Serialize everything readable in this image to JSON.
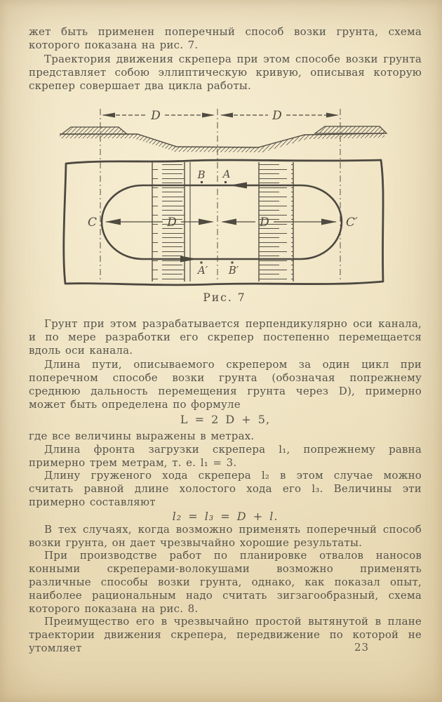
{
  "page": {
    "number": "23"
  },
  "colors": {
    "paper": "#ebdebb",
    "ink": "#4f4b41",
    "text": "#56544b"
  },
  "content": {
    "p1": "жет быть применен поперечный способ возки грунта, схема которого показана на рис. 7.",
    "p2": "Траектория движения скрепера при этом способе возки грунта представляет собою эллиптическую кривую, описывая которую скрепер совершает два цикла работы.",
    "p3": "Грунт при этом разрабатывается перпендикулярно оси канала, и по мере разработки его скрепер постепенно перемещается вдоль оси канала.",
    "p4": "Длина пути, описываемого скрепером за один цикл при поперечном способе возки грунта (обозначая попрежнему среднюю дальность перемещения грунта через D), примерно может быть определена по формуле",
    "formula1": "L = 2 D + 5,",
    "p5": "где все величины выражены в метрах.",
    "p6": "Длина фронта загрузки скрепера l₁, попрежнему равна примерно трем метрам, т. е. l₁ = 3.",
    "p7": "Длину груженого хода скрепера l₂ в этом случае можно считать равной длине холостого хода его l₃. Величины эти примерно составляют",
    "formula2": "l₂ = l₃ = D + l.",
    "p8": "В тех случаях, когда возможно применять поперечный способ возки грунта, он дает чрезвычайно хорошие результаты.",
    "p9": "При производстве работ по планировке отвалов наносов конными скреперами-волокушами возможно применять различные способы возки грунта, однако, как показал опыт, наиболее рациональным надо считать зигзагообразный, схема которого показана на рис. 8.",
    "p10": "Преимущество его в чрезвычайно простой вытянутой в плане траектории движения скрепера, передвижение по которой не утомляет"
  },
  "figure": {
    "caption": "Рис. 7",
    "labels": {
      "dim_top_left": "D",
      "dim_top_right": "D",
      "dim_mid_left": "D",
      "dim_mid_right": "D",
      "point_b": "B",
      "point_a": "A",
      "point_a1": "A′",
      "point_b1": "B′",
      "point_c": "C",
      "point_c1": "C′"
    }
  }
}
